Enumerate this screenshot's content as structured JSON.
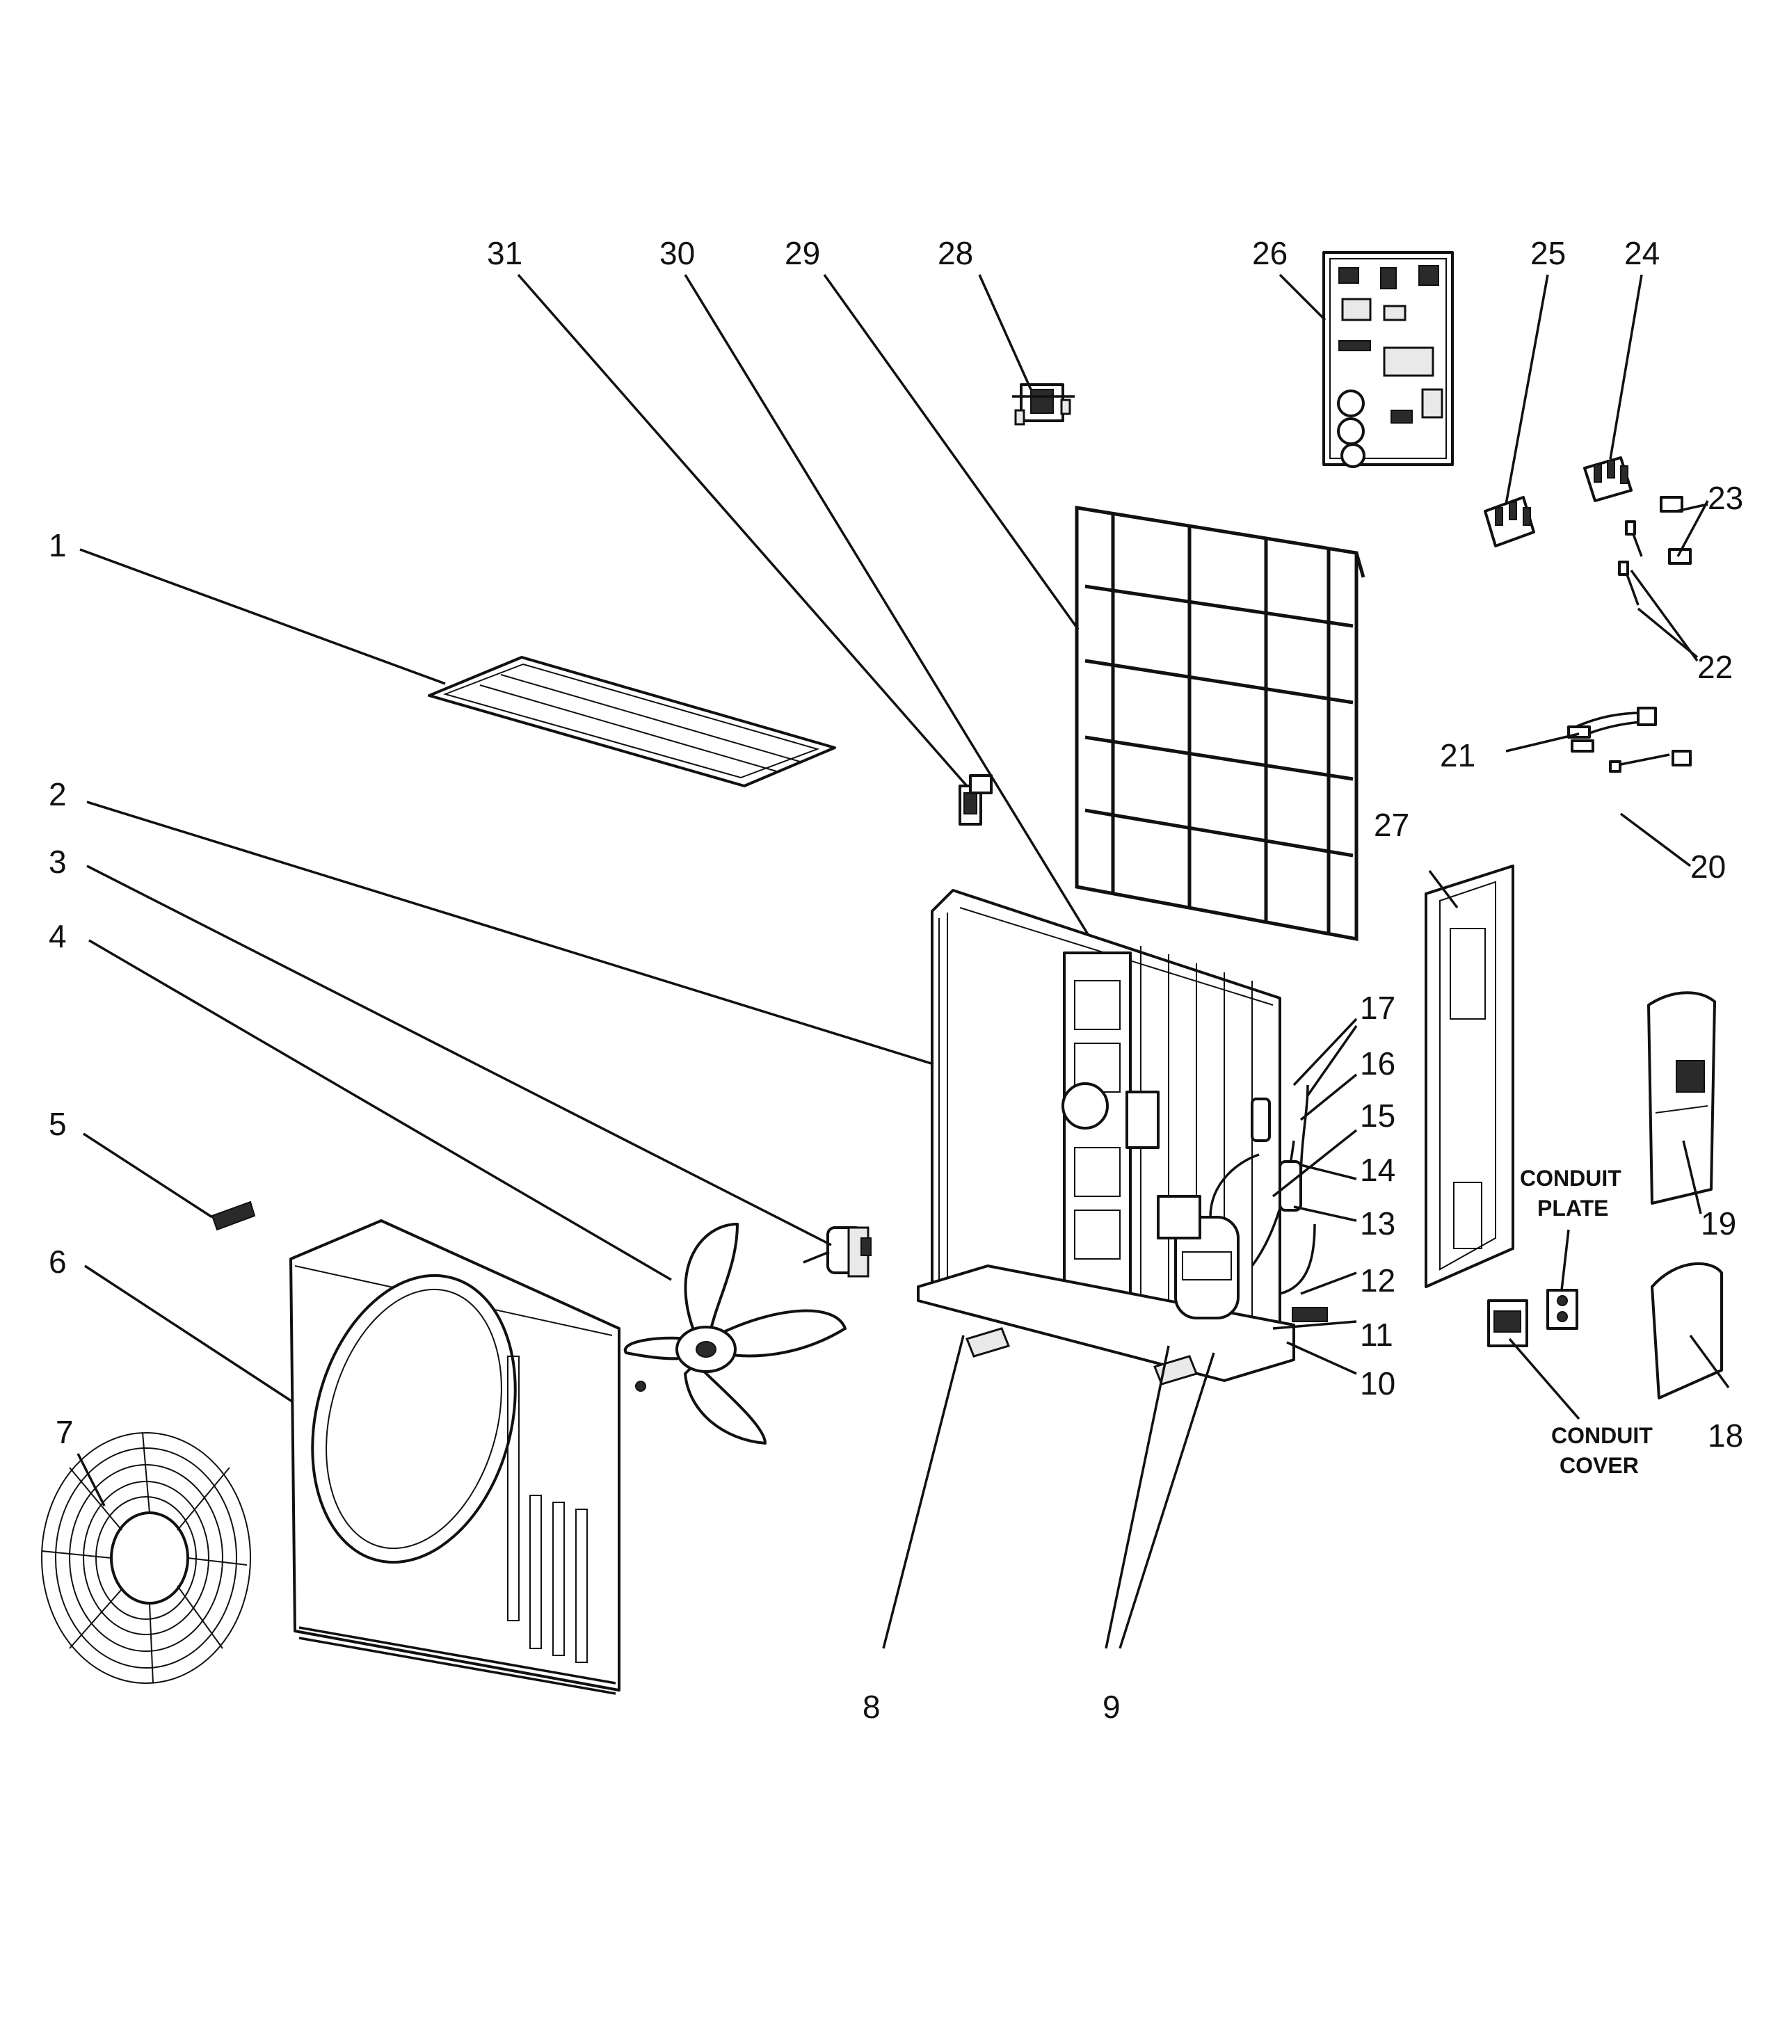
{
  "diagram": {
    "callouts": [
      {
        "id": "1",
        "label": "1"
      },
      {
        "id": "2",
        "label": "2"
      },
      {
        "id": "3",
        "label": "3"
      },
      {
        "id": "4",
        "label": "4"
      },
      {
        "id": "5",
        "label": "5"
      },
      {
        "id": "6",
        "label": "6"
      },
      {
        "id": "7",
        "label": "7"
      },
      {
        "id": "8",
        "label": "8"
      },
      {
        "id": "9",
        "label": "9"
      },
      {
        "id": "10",
        "label": "10"
      },
      {
        "id": "11",
        "label": "11"
      },
      {
        "id": "12",
        "label": "12"
      },
      {
        "id": "13",
        "label": "13"
      },
      {
        "id": "14",
        "label": "14"
      },
      {
        "id": "15",
        "label": "15"
      },
      {
        "id": "16",
        "label": "16"
      },
      {
        "id": "17",
        "label": "17"
      },
      {
        "id": "18",
        "label": "18"
      },
      {
        "id": "19",
        "label": "19"
      },
      {
        "id": "20",
        "label": "20"
      },
      {
        "id": "21",
        "label": "21"
      },
      {
        "id": "22",
        "label": "22"
      },
      {
        "id": "23",
        "label": "23"
      },
      {
        "id": "24",
        "label": "24"
      },
      {
        "id": "25",
        "label": "25"
      },
      {
        "id": "26",
        "label": "26"
      },
      {
        "id": "27",
        "label": "27"
      },
      {
        "id": "28",
        "label": "28"
      },
      {
        "id": "29",
        "label": "29"
      },
      {
        "id": "30",
        "label": "30"
      },
      {
        "id": "31",
        "label": "31"
      }
    ],
    "captions": {
      "conduit_plate": [
        "CONDUIT",
        "PLATE"
      ],
      "conduit_cover": [
        "CONDUIT",
        "COVER"
      ]
    }
  }
}
